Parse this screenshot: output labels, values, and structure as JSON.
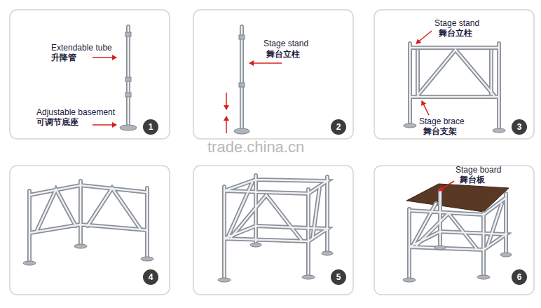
{
  "diagram": {
    "labels": [
      "Extendable tube",
      "升降管",
      "Adjustable basement",
      "可调节底座",
      "1",
      "Stage stand",
      "舞台立柱",
      "2",
      "Stage stand",
      "舞台立柱",
      "Stage brace",
      "舞台支架",
      "3",
      "trade.china.cn",
      "4",
      "5",
      "Stage board",
      "舞台板",
      "6"
    ]
  }
}
